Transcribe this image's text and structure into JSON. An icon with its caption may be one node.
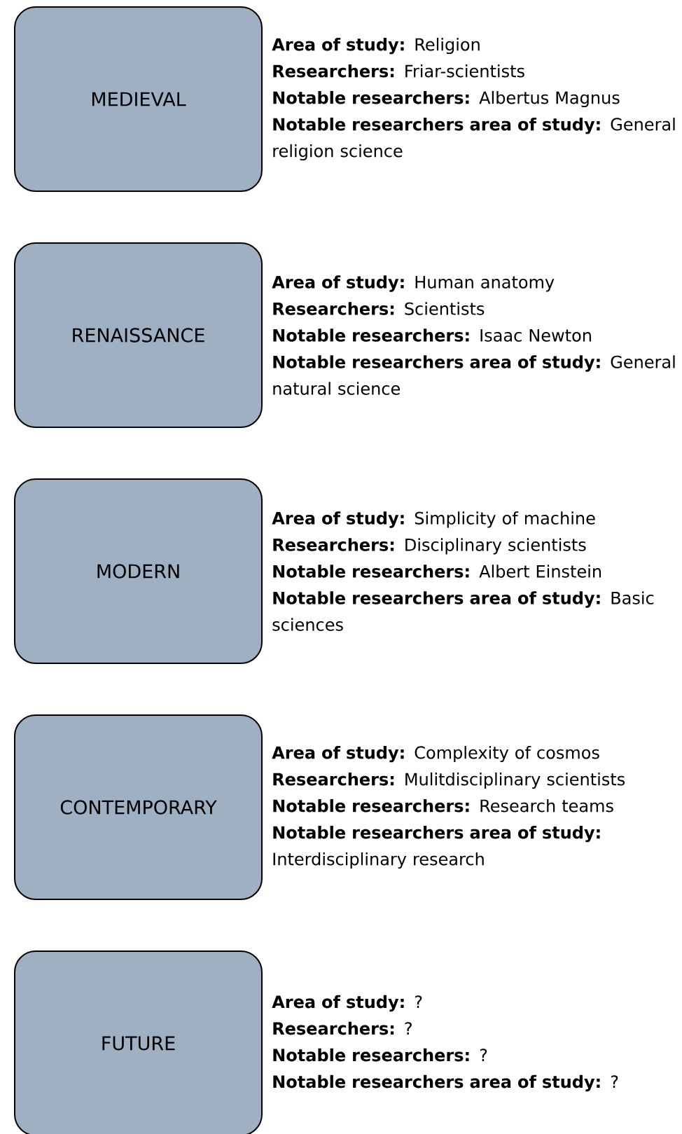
{
  "diagram": {
    "nodes": [
      {
        "text": [
          "MEDIEVAL"
        ],
        "beside": [
          "**Area of study:** Religion",
          "**Researchers:** Friar-scientists",
          "**Notable researchers:** Albertus Magnus",
          "**Notable researchers area of study:** General religion science"
        ]
      },
      {
        "text": [
          "RENAISSANCE"
        ],
        "beside": [
          "**Area of study:** Human anatomy",
          "**Researchers:** Scientists",
          "**Notable researchers:** Isaac Newton",
          "**Notable researchers area of study:** General natural science"
        ]
      },
      {
        "text": [
          "MODERN"
        ],
        "beside": [
          "**Area of study:** Simplicity of machine",
          "**Researchers:** Disciplinary scientists",
          "**Notable researchers:** Albert Einstein",
          "**Notable researchers area of study:** Basic sciences"
        ]
      },
      {
        "text": [
          "CONTEMPORARY"
        ],
        "beside": [
          "**Area of study:** Complexity of cosmos",
          "**Researchers:** Mulitdisciplinary scientists",
          "**Notable researchers:** Research teams",
          "**Notable researchers area of study:** Interdisciplinary research"
        ]
      },
      {
        "text": [
          "FUTURE"
        ],
        "beside": [
          "**Area of study:** ?",
          "**Researchers:** ?",
          "**Notable researchers:** ?",
          "**Notable researchers area of study:** ?"
        ]
      }
    ]
  }
}
